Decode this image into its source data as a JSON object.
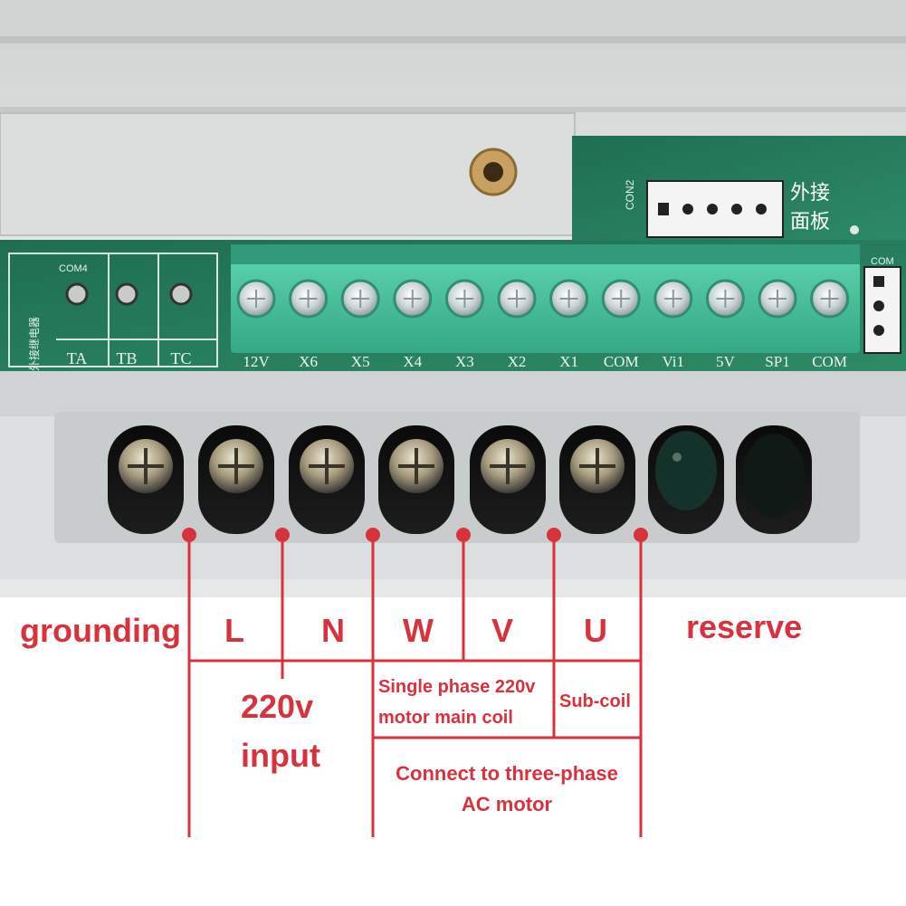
{
  "panel": {
    "relay_header": "COM4",
    "relay_side_text": "外接继电器",
    "relay_terminals": [
      "TA",
      "TB",
      "TC"
    ],
    "control_terminals": [
      "12V",
      "X6",
      "X5",
      "X4",
      "X3",
      "X2",
      "X1",
      "COM",
      "Vi1",
      "5V",
      "SP1",
      "COM"
    ],
    "connector_label": "CON2",
    "connector_caption_line1": "外接",
    "connector_caption_line2": "面板",
    "right_connector_label": "COM"
  },
  "callouts": {
    "grounding": "grounding",
    "L": "L",
    "N": "N",
    "W": "W",
    "V": "V",
    "U": "U",
    "reserve": "reserve",
    "input_line1": "220v",
    "input_line2": "input",
    "single_phase_line1": "Single phase 220v",
    "single_phase_line2": "motor main coil",
    "sub_coil": "Sub-coil",
    "three_phase_line1": "Connect to three-phase",
    "three_phase_line2": "AC motor"
  },
  "colors": {
    "callout_red": "#d8323c",
    "pcb_green": "#2f7a5e",
    "terminal_teal": "#4fc9a4",
    "housing_grey": "#d9dbdb"
  }
}
